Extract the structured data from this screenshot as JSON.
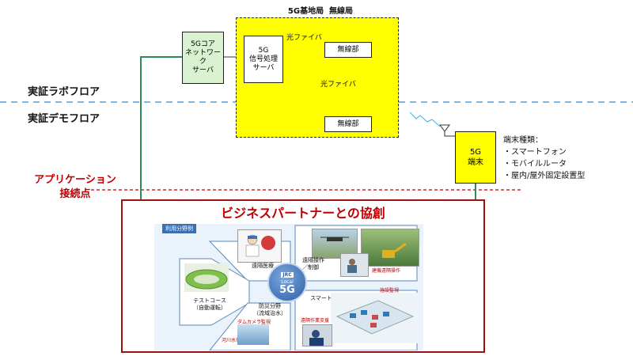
{
  "base_station": {
    "title": "5G基地局  無線局"
  },
  "core_server": {
    "label": "5Gコア\nネットワーク\nサーバ"
  },
  "signal_processor": {
    "label": "5G\n信号処理\nサーバ"
  },
  "fiber_labels": [
    "光ファイバ",
    "光ファイバ"
  ],
  "radio_units": [
    "無線部",
    "無線部"
  ],
  "floors": {
    "lab": "実証ラボフロア",
    "demo": "実証デモフロア"
  },
  "terminal": {
    "label": "5G\n端末",
    "types_title": "端末種類：",
    "types": [
      "・スマートフォン",
      "・モバイルルータ",
      "・屋内/屋外固定設置型"
    ]
  },
  "app_point": {
    "label": "アプリケーション\n接続点"
  },
  "partnership": {
    "title": "ビジネスパートナーとの協創",
    "usecase_badge": "利用分野例",
    "center_brand": "JRC",
    "center_local": "Local",
    "center_5g": "5G",
    "areas": {
      "medical": "遠隔医療",
      "remote_op": "遠隔操作\n／制御",
      "test_course": "テストコース\n（自動運転）",
      "disaster": "防災分野\n（流域治水）",
      "factory": "スマート工場",
      "construction": "建機遠隔操作",
      "facility": "施設監視",
      "remote_support": "遠隔作業支援",
      "dam": "ダムカメラ監視",
      "river": "河川水位監視"
    }
  },
  "colors": {
    "yellow": "#ffff00",
    "green_box": "#d9f2d0",
    "green_line": "#2e8b57",
    "red": "#c00000",
    "blue_dash": "#5b9bd5",
    "center_blue": "#2e5fa5"
  }
}
